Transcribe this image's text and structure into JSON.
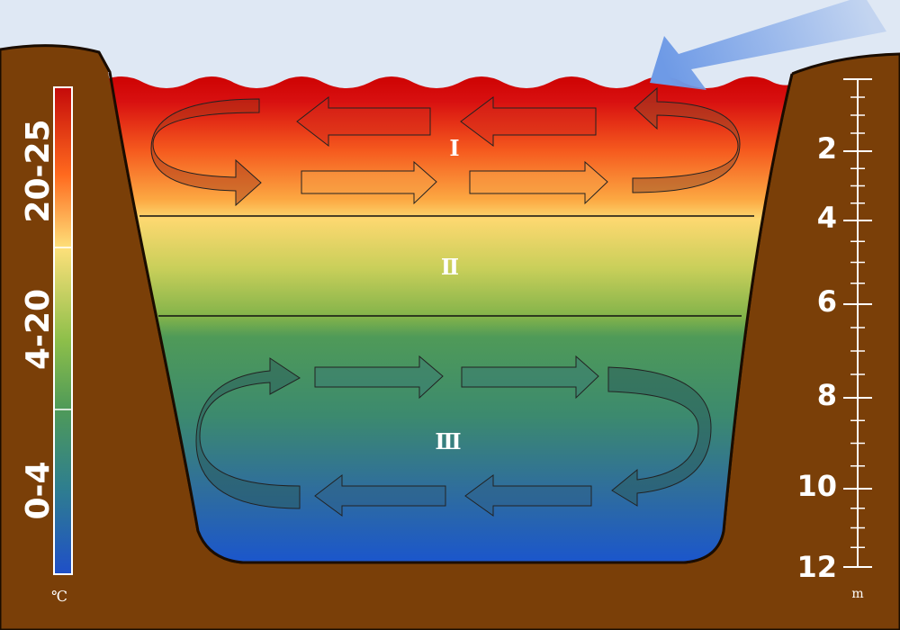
{
  "layers": [
    {
      "id": "layer-1",
      "label": "Ⅰ"
    },
    {
      "id": "layer-2",
      "label": "Ⅱ"
    },
    {
      "id": "layer-3",
      "label": "Ⅲ"
    }
  ],
  "temperature_scale": {
    "unit": "℃",
    "bands": [
      {
        "label": "20-25",
        "colors": [
          "#c40a0a",
          "#ff8a1e",
          "#fde07a"
        ]
      },
      {
        "label": "4-20",
        "colors": [
          "#fde07a",
          "#b6cf4c",
          "#5aa04a"
        ]
      },
      {
        "label": "0-4",
        "colors": [
          "#5aa04a",
          "#2e7f8e",
          "#1f4fc8"
        ]
      }
    ]
  },
  "depth_scale": {
    "unit": "m",
    "labels": [
      "2",
      "4",
      "6",
      "8",
      "10",
      "12"
    ]
  },
  "colors": {
    "soil": "#7a3f08",
    "sky": "#dfe8f4",
    "sun_ray": "#6e9ae6",
    "water_top": "#cc0000",
    "water_bottom": "#1b56cc"
  }
}
